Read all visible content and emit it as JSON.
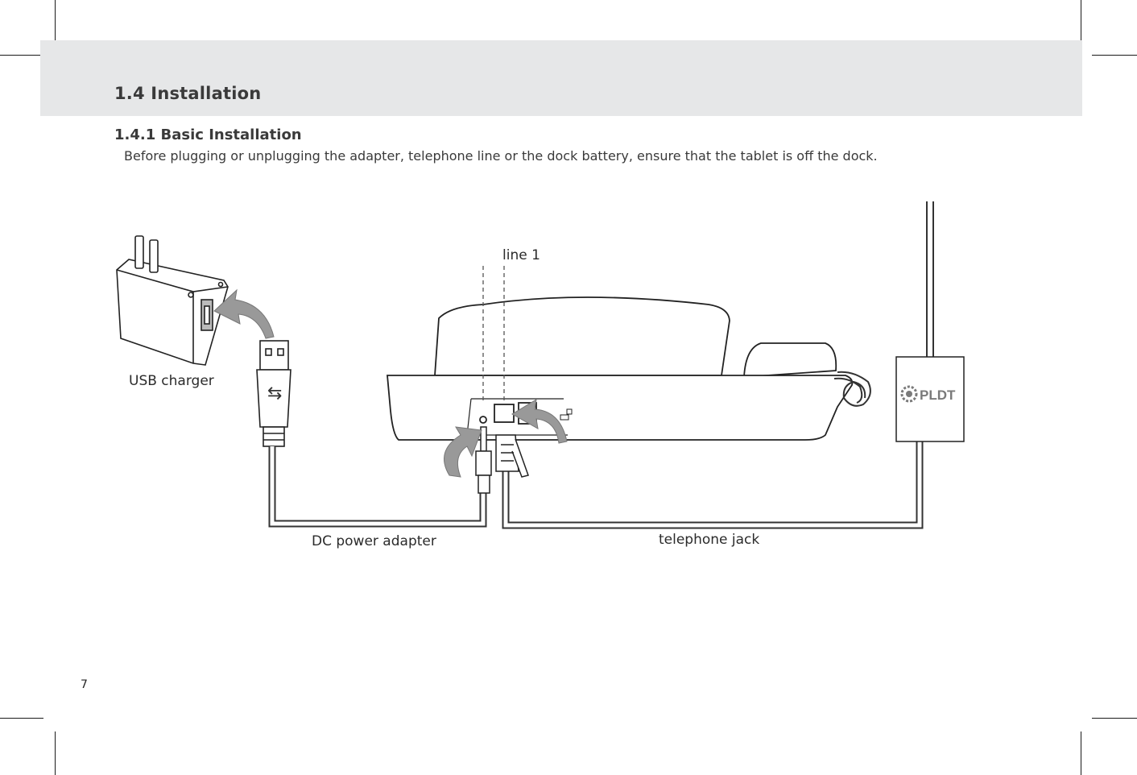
{
  "section": {
    "title": "1.4 Installation"
  },
  "subsection": {
    "title": "1.4.1 Basic Installation",
    "intro": "Before plugging or unplugging the adapter, telephone line or the dock battery, ensure that the tablet is off the dock."
  },
  "diagram": {
    "labels": {
      "usb_charger": "USB charger",
      "line1": "line 1",
      "dc_power_adapter": "DC power adapter",
      "telephone_jack": "telephone jack"
    },
    "wall_box_brand": "PLDT"
  },
  "footer": {
    "page_number": "7"
  }
}
